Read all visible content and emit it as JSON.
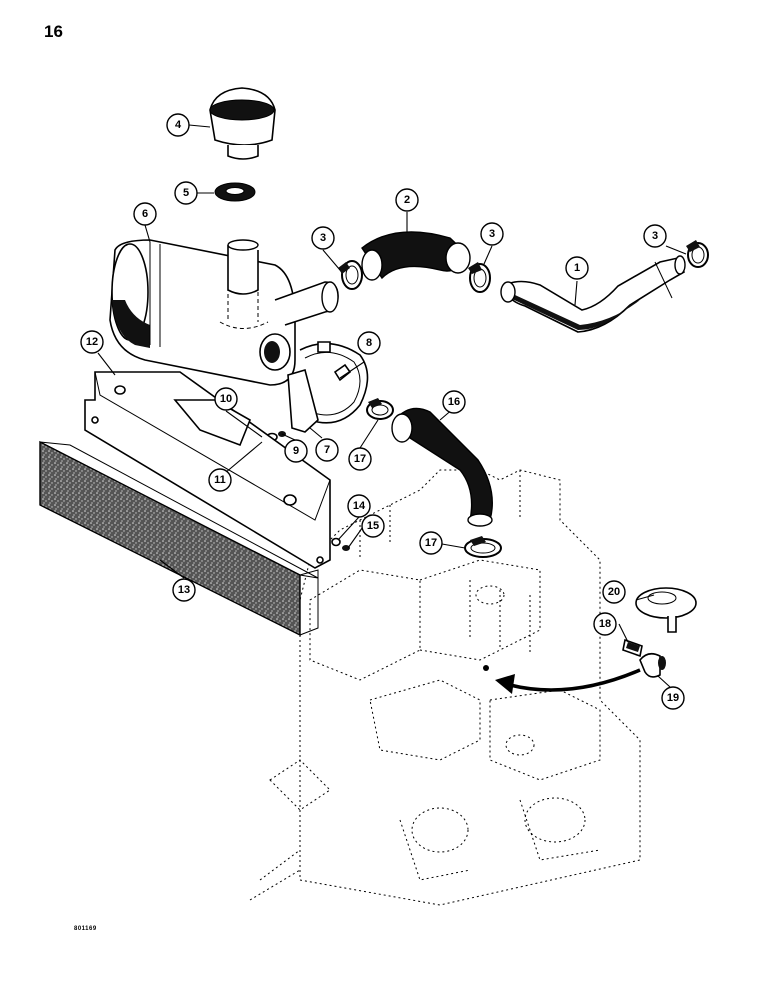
{
  "page": {
    "number": "16",
    "drawing_code": "801169"
  },
  "callouts": [
    {
      "label": "1"
    },
    {
      "label": "2"
    },
    {
      "label": "3"
    },
    {
      "label": "3"
    },
    {
      "label": "3"
    },
    {
      "label": "4"
    },
    {
      "label": "5"
    },
    {
      "label": "6"
    },
    {
      "label": "7"
    },
    {
      "label": "8"
    },
    {
      "label": "9"
    },
    {
      "label": "10"
    },
    {
      "label": "11"
    },
    {
      "label": "12"
    },
    {
      "label": "13"
    },
    {
      "label": "14"
    },
    {
      "label": "15"
    },
    {
      "label": "16"
    },
    {
      "label": "17"
    },
    {
      "label": "17"
    },
    {
      "label": "18"
    },
    {
      "label": "19"
    },
    {
      "label": "20"
    }
  ]
}
